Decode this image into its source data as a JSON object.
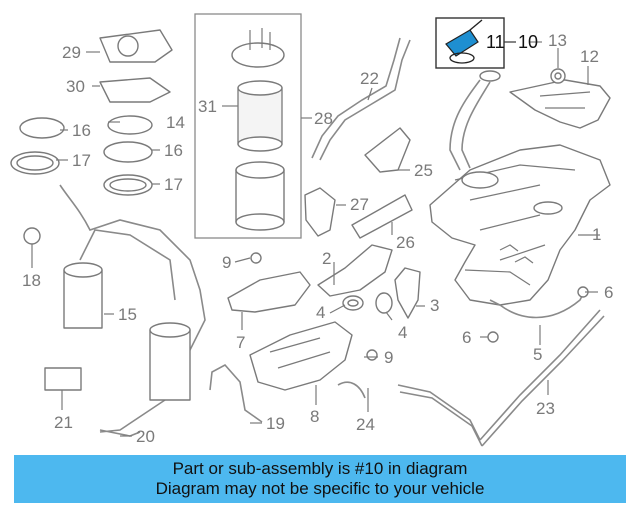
{
  "labels": {
    "l1": "1",
    "l2": "2",
    "l3": "3",
    "l4a": "4",
    "l4b": "4",
    "l5": "5",
    "l6a": "6",
    "l6b": "6",
    "l7": "7",
    "l8": "8",
    "l9a": "9",
    "l9b": "9",
    "l10": "10",
    "l11": "11",
    "l12": "12",
    "l13": "13",
    "l14": "14",
    "l15": "15",
    "l16a": "16",
    "l16b": "16",
    "l17a": "17",
    "l17b": "17",
    "l18": "18",
    "l19": "19",
    "l20": "20",
    "l21": "21",
    "l22": "22",
    "l23": "23",
    "l24": "24",
    "l25": "25",
    "l26": "26",
    "l27": "27",
    "l28": "28",
    "l29": "29",
    "l30": "30",
    "l31": "31"
  },
  "highlight": {
    "part_number": "10",
    "color": "#1e8fd1"
  },
  "banner": {
    "line1": "Part or sub-assembly is #10 in diagram",
    "line2": "Diagram may not be specific to your vehicle",
    "color": "#4db8ef"
  }
}
